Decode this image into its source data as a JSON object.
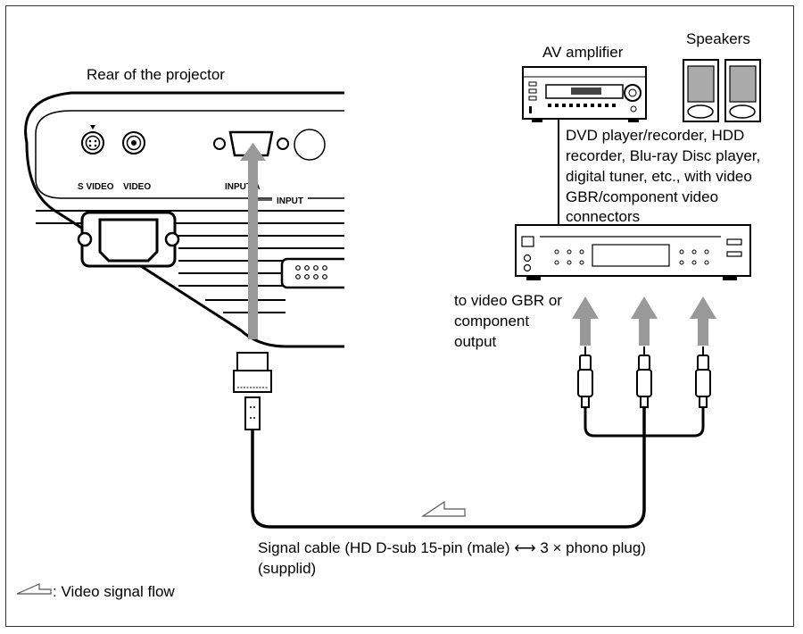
{
  "labels": {
    "rear_of_projector": "Rear of the projector",
    "av_amplifier": "AV amplifier",
    "speakers": "Speakers",
    "dvd_desc": [
      "DVD player/recorder, HDD",
      "recorder, Blu-ray Disc player,",
      "digital tuner, etc., with video",
      "GBR/component video",
      "connectors"
    ],
    "output_desc": [
      "to video GBR or",
      "component",
      "output"
    ],
    "cable_desc": [
      "Signal cable (HD D-sub 15-pin (male) ⟷ 3 × phono plug)",
      "(supplid)"
    ],
    "legend": ": Video signal flow"
  },
  "projector_panel": {
    "s_video": "S VIDEO",
    "video": "VIDEO",
    "input_a": "INPUT A",
    "input": "INPUT"
  },
  "colors": {
    "arrow": "#999999",
    "line": "#000000",
    "frame": "#333333"
  },
  "icons": [
    "signal-flow-arrow-icon",
    "s-video-port-icon",
    "video-port-icon",
    "vga-port-icon",
    "power-inlet-icon",
    "phono-plug-icon",
    "d-sub-plug-icon"
  ]
}
